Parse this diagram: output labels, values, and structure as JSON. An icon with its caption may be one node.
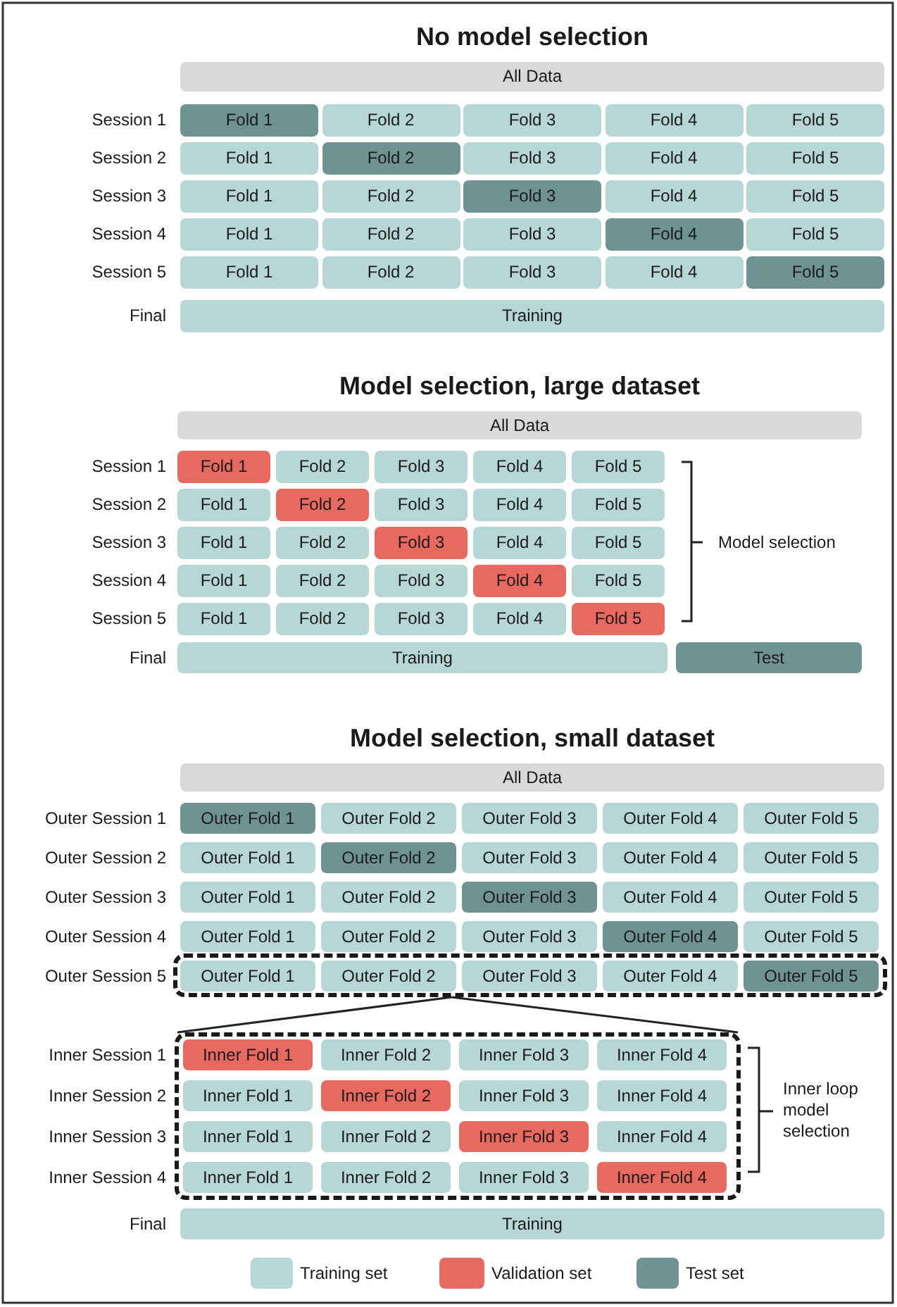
{
  "diagram": {
    "nodes": [
      {
        "text": [
          "All Data"
        ]
      },
      {
        "text": [
          "Fold 1"
        ]
      },
      {
        "text": [
          "Fold 2"
        ]
      },
      {
        "text": [
          "Fold 3"
        ]
      },
      {
        "text": [
          "Fold 4"
        ]
      },
      {
        "text": [
          "Fold 5"
        ]
      },
      {
        "text": [
          "Fold 1"
        ]
      },
      {
        "text": [
          "Fold 2"
        ]
      },
      {
        "text": [
          "Fold 3"
        ]
      },
      {
        "text": [
          "Fold 4"
        ]
      },
      {
        "text": [
          "Fold 5"
        ]
      },
      {
        "text": [
          "Fold 1"
        ]
      },
      {
        "text": [
          "Fold 2"
        ]
      },
      {
        "text": [
          "Fold 3"
        ]
      },
      {
        "text": [
          "Fold 4"
        ]
      },
      {
        "text": [
          "Fold 5"
        ]
      },
      {
        "text": [
          "Fold 1"
        ]
      },
      {
        "text": [
          "Fold 2"
        ]
      },
      {
        "text": [
          "Fold 3"
        ]
      },
      {
        "text": [
          "Fold 4"
        ]
      },
      {
        "text": [
          "Fold 5"
        ]
      },
      {
        "text": [
          "Fold 1"
        ]
      },
      {
        "text": [
          "Fold 2"
        ]
      },
      {
        "text": [
          "Fold 3"
        ]
      },
      {
        "text": [
          "Fold 4"
        ]
      },
      {
        "text": [
          "Fold 5"
        ]
      },
      {
        "text": [
          "Training"
        ]
      },
      {
        "text": [
          "All Data"
        ]
      },
      {
        "text": [
          "Fold 1"
        ]
      },
      {
        "text": [
          "Fold 2"
        ]
      },
      {
        "text": [
          "Fold 3"
        ]
      },
      {
        "text": [
          "Fold 4"
        ]
      },
      {
        "text": [
          "Fold 5"
        ]
      },
      {
        "text": [
          "Fold 1"
        ]
      },
      {
        "text": [
          "Fold 2"
        ]
      },
      {
        "text": [
          "Fold 3"
        ]
      },
      {
        "text": [
          "Fold 4"
        ]
      },
      {
        "text": [
          "Fold 5"
        ]
      },
      {
        "text": [
          "Fold 1"
        ]
      },
      {
        "text": [
          "Fold 2"
        ]
      },
      {
        "text": [
          "Fold 3"
        ]
      },
      {
        "text": [
          "Fold 4"
        ]
      },
      {
        "text": [
          "Fold 5"
        ]
      },
      {
        "text": [
          "Fold 1"
        ]
      },
      {
        "text": [
          "Fold 2"
        ]
      },
      {
        "text": [
          "Fold 3"
        ]
      },
      {
        "text": [
          "Fold 4"
        ]
      },
      {
        "text": [
          "Fold 5"
        ]
      },
      {
        "text": [
          "Fold 1"
        ]
      },
      {
        "text": [
          "Fold 2"
        ]
      },
      {
        "text": [
          "Fold 3"
        ]
      },
      {
        "text": [
          "Fold 4"
        ]
      },
      {
        "text": [
          "Fold 5"
        ]
      },
      {
        "text": [
          "Training"
        ]
      },
      {
        "text": [
          "Test"
        ]
      },
      {
        "text": [
          "All Data"
        ]
      },
      {
        "text": [
          "Outer Fold 1"
        ]
      },
      {
        "text": [
          "Outer Fold 2"
        ]
      },
      {
        "text": [
          "Outer Fold 3"
        ]
      },
      {
        "text": [
          "Outer Fold 4"
        ]
      },
      {
        "text": [
          "Outer Fold 5"
        ]
      },
      {
        "text": [
          "Outer Fold 1"
        ]
      },
      {
        "text": [
          "Outer Fold 2"
        ]
      },
      {
        "text": [
          "Outer Fold 3"
        ]
      },
      {
        "text": [
          "Outer Fold 4"
        ]
      },
      {
        "text": [
          "Outer Fold 5"
        ]
      },
      {
        "text": [
          "Outer Fold 1"
        ]
      },
      {
        "text": [
          "Outer Fold 2"
        ]
      },
      {
        "text": [
          "Outer Fold 3"
        ]
      },
      {
        "text": [
          "Outer Fold 4"
        ]
      },
      {
        "text": [
          "Outer Fold 5"
        ]
      },
      {
        "text": [
          "Outer Fold 1"
        ]
      },
      {
        "text": [
          "Outer Fold 2"
        ]
      },
      {
        "text": [
          "Outer Fold 3"
        ]
      },
      {
        "text": [
          "Outer Fold 4"
        ]
      },
      {
        "text": [
          "Outer Fold 5"
        ]
      },
      {
        "text": [],
        "shape": "box"
      },
      {
        "text": [
          "Outer Fold 1"
        ],
        "in": 76
      },
      {
        "text": [
          "Outer Fold 2"
        ],
        "in": 76
      },
      {
        "text": [
          "Outer Fold 3"
        ],
        "in": 76
      },
      {
        "text": [
          "Outer Fold 4"
        ],
        "in": 76
      },
      {
        "text": [
          "Outer Fold 5"
        ],
        "in": 76
      },
      {
        "text": [],
        "shape": "box"
      },
      {
        "text": [
          "Inner Fold 1"
        ],
        "in": 82
      },
      {
        "text": [
          "Inner Fold 2"
        ],
        "in": 82
      },
      {
        "text": [
          "Inner Fold 3"
        ],
        "in": 82
      },
      {
        "text": [
          "Inner Fold 4"
        ],
        "in": 82
      },
      {
        "text": [
          "Inner Fold 1"
        ],
        "in": 82
      },
      {
        "text": [
          "Inner Fold 2"
        ],
        "in": 82
      },
      {
        "text": [
          "Inner Fold 3"
        ],
        "in": 82
      },
      {
        "text": [
          "Inner Fold 4"
        ],
        "in": 82
      },
      {
        "text": [
          "Inner Fold 1"
        ],
        "in": 82
      },
      {
        "text": [
          "Inner Fold 2"
        ],
        "in": 82
      },
      {
        "text": [
          "Inner Fold 3"
        ],
        "in": 82
      },
      {
        "text": [
          "Inner Fold 4"
        ],
        "in": 82
      },
      {
        "text": [
          "Inner Fold 1"
        ],
        "in": 82
      },
      {
        "text": [
          "Inner Fold 2"
        ],
        "in": 82
      },
      {
        "text": [
          "Inner Fold 3"
        ],
        "in": 82
      },
      {
        "text": [
          "Inner Fold 4"
        ],
        "in": 82
      },
      {
        "text": [
          "Training"
        ]
      }
    ],
    "edges": [
      {
        "from": 76,
        "to": 82,
        "arrow": "none"
      },
      {
        "from": 76,
        "to": 82,
        "arrow": "none"
      }
    ],
    "labels": [
      "No model selection",
      "Session 1",
      "Session 2",
      "Session 3",
      "Session 4",
      "Session 5",
      "Final",
      "Model selection, large dataset",
      "Session 1",
      "Session 2",
      "Session 3",
      "Model selection",
      "Session 4",
      "Session 5",
      "Final",
      "Model selection, small dataset",
      "Outer Session 1",
      "Outer Session 2",
      "Outer Session 3",
      "Outer Session 4",
      "Outer Session 5",
      "Inner Session 1",
      "Inner Session 2",
      "Inner loop model selection",
      "Inner Session 3",
      "Inner Session 4",
      "Final"
    ],
    "legend": [
      {
        "text": "Training set",
        "color": "#b7d7d6"
      },
      {
        "text": "Validation set",
        "color": "#e8695f"
      },
      {
        "text": "Test set",
        "color": "#6f9393"
      }
    ]
  }
}
